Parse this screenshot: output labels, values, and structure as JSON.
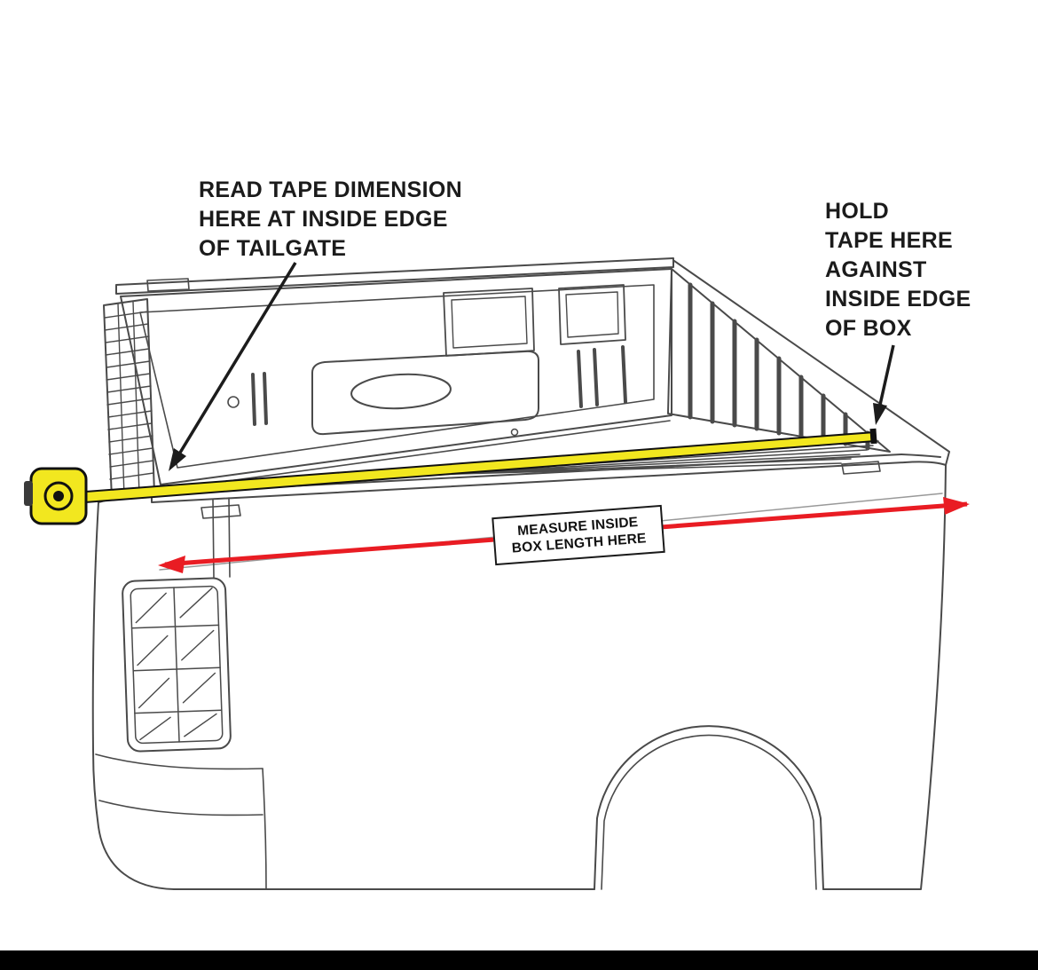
{
  "annotations": {
    "read_tape": {
      "lines": [
        "READ TAPE DIMENSION",
        "HERE AT INSIDE EDGE",
        "OF TAILGATE"
      ]
    },
    "hold_tape": {
      "lines": [
        "HOLD",
        "TAPE HERE",
        "AGAINST",
        "INSIDE EDGE",
        "OF BOX"
      ]
    },
    "measure_label": {
      "lines": [
        "MEASURE INSIDE",
        "BOX LENGTH HERE"
      ]
    }
  },
  "colors": {
    "background": "#FFFFFF",
    "tape_yellow": "#F2E71F",
    "arrow_red": "#E91C23",
    "line_gray": "#4A4A4A",
    "text_black": "#1B1B1B",
    "bottom_bar_black": "#000000"
  }
}
